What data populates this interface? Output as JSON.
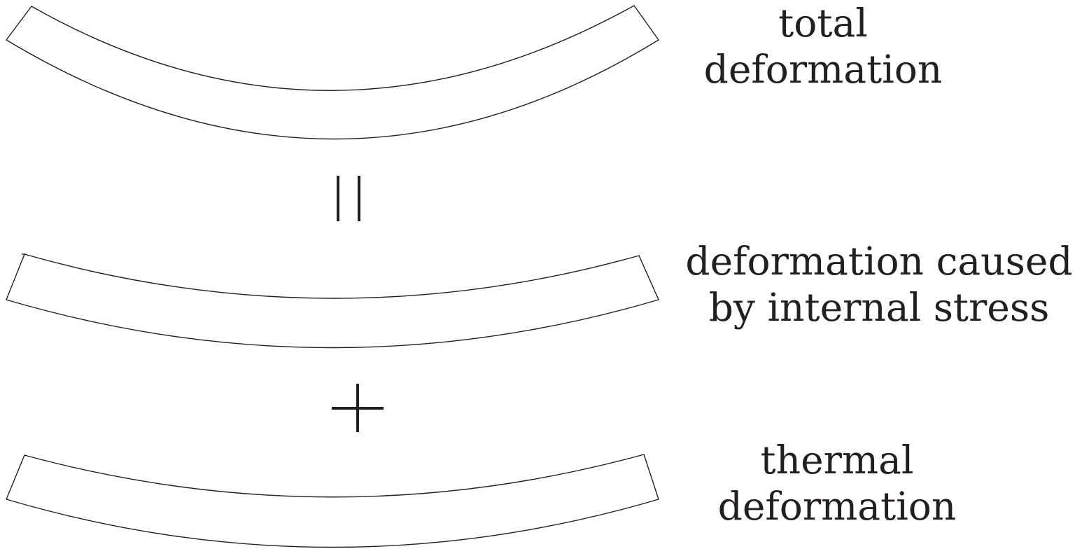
{
  "diagram": {
    "labels": {
      "total": [
        "total",
        "deformation"
      ],
      "internal_stress": [
        "deformation caused",
        "by internal stress"
      ],
      "thermal": [
        "thermal",
        "deformation"
      ]
    },
    "operators": {
      "equals": "=",
      "plus": "+"
    },
    "colors": {
      "stroke": "#231f20",
      "background": "#ffffff"
    }
  }
}
